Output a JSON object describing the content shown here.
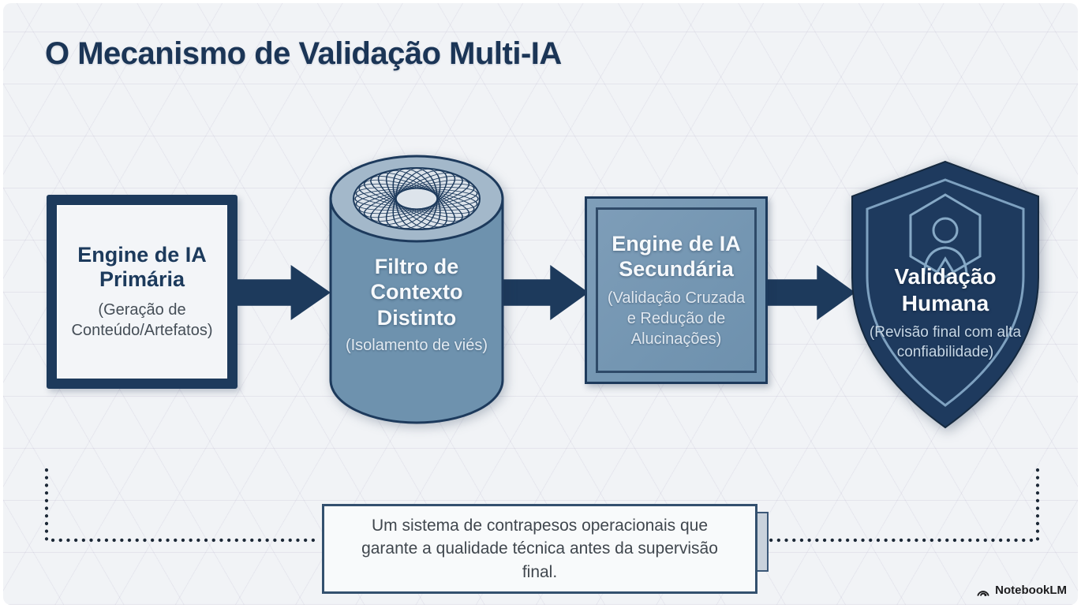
{
  "page": {
    "title": "O Mecanismo de Validação Multi-IA"
  },
  "diagram": {
    "type": "flowchart",
    "direction": "left-to-right",
    "nodes": [
      {
        "id": "primary-engine",
        "shape": "framed-square",
        "title": "Engine de IA Primária",
        "subtitle": "(Geração de Conteúdo/Artefatos)"
      },
      {
        "id": "context-filter",
        "shape": "cylinder-mesh",
        "title": "Filtro de Contexto Distinto",
        "subtitle": "(Isolamento de viés)"
      },
      {
        "id": "secondary-engine",
        "shape": "steel-square",
        "title": "Engine de IA Secundária",
        "subtitle": "(Validação Cruzada e Redução de Alucinações)"
      },
      {
        "id": "human-validation",
        "shape": "shield-person",
        "title": "Validação Humana",
        "subtitle": "(Revisão final com alta confiabilidade)"
      }
    ],
    "connectors": [
      "arrow-right",
      "arrow-right",
      "arrow-right"
    ],
    "caption": "Um sistema de contrapesos operacionais que garante a qualidade técnica antes da supervisão final.",
    "colors": {
      "navy": "#1d3a5c",
      "steel_blue": "#7496b2",
      "cylinder_blue": "#6e92ae",
      "light_panel": "#f3f5f8",
      "background": "#f1f3f6",
      "shield_outline": "#7ea1c0"
    }
  },
  "watermark": {
    "label": "NotebookLM"
  }
}
